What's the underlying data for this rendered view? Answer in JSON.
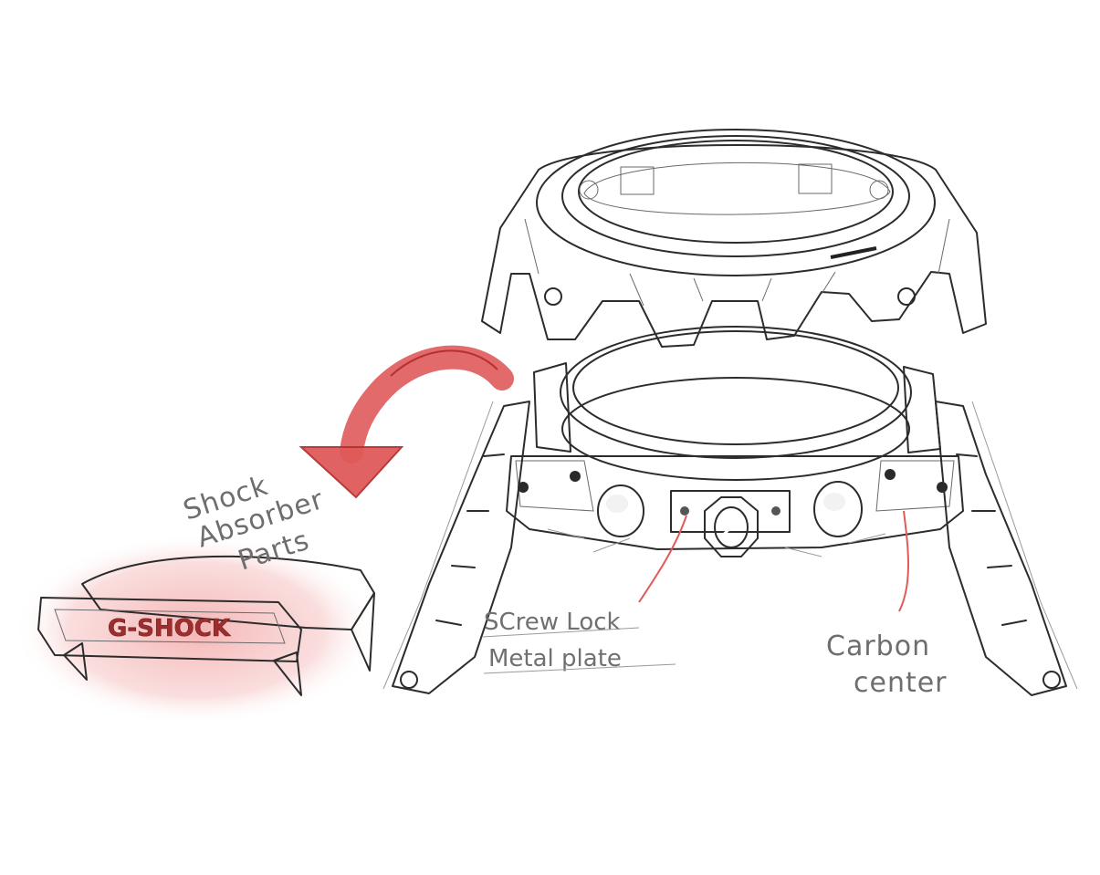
{
  "labels": {
    "shock_absorber": [
      "Shock",
      "Absorber",
      "Parts"
    ],
    "screw_lock": [
      "SCrew Lock",
      "Metal plate"
    ],
    "carbon_center": [
      "Carbon",
      "center"
    ],
    "logo": "G-SHOCK"
  },
  "colors": {
    "accent_red": "#e05a5a",
    "dark_red": "#b53030",
    "pink_glow": "#f3a8a8",
    "ink": "#2c2c2c",
    "label_gray": "#6e6e6e",
    "metal_light": "#e6e6e6",
    "metal_mid": "#b8b8b8",
    "metal_dark": "#5a5a5a",
    "glass": "#d9e2e8"
  },
  "icons": {
    "arrow": "curved-arrow-icon"
  }
}
